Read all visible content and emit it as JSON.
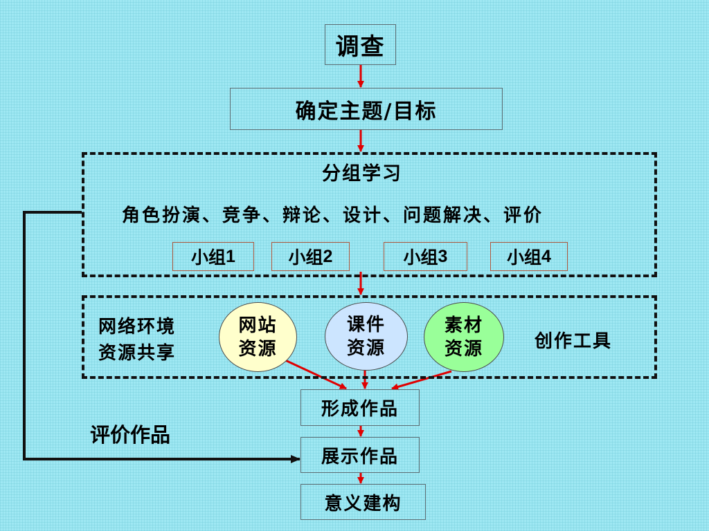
{
  "steps": {
    "survey": "调查",
    "topic": "确定主题/目标",
    "form_work": "形成作品",
    "show_work": "展示作品",
    "meaning": "意义建构"
  },
  "group_learning": {
    "title": "分组学习",
    "activities": "角色扮演、竞争、辩论、设计、问题解决、评价",
    "groups": [
      {
        "prefix": "小组",
        "number": "1"
      },
      {
        "prefix": "小组",
        "number": "2"
      },
      {
        "prefix": "小组",
        "number": "3"
      },
      {
        "prefix": "小组",
        "number": "4"
      }
    ]
  },
  "resources": {
    "network_line1": "网络环境",
    "network_line2": "资源共享",
    "website": {
      "line1": "网站",
      "line2": "资源",
      "fill": "#ffffcc"
    },
    "courseware": {
      "line1": "课件",
      "line2": "资源",
      "fill": "#cce5ff"
    },
    "material": {
      "line1": "素材",
      "line2": "资源",
      "fill": "#99ff99"
    },
    "tools": "创作工具"
  },
  "feedback_label": "评价作品",
  "colors": {
    "arrow": "#e00000",
    "feedback_line": "#111111",
    "dashed_border": "#111111"
  }
}
